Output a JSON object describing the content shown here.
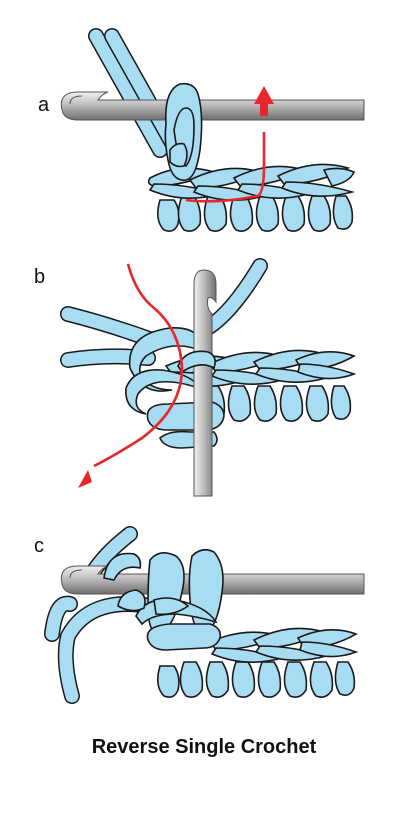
{
  "steps": [
    {
      "label": "a"
    },
    {
      "label": "b"
    },
    {
      "label": "c"
    }
  ],
  "caption": "Reverse Single Crochet",
  "colors": {
    "yarn": "#a8dcf2",
    "outline": "#1a1a1a",
    "arrow": "#e8262b",
    "hook_light": "#dcdcdc",
    "hook_dark": "#7d7d7d"
  },
  "icons": [
    "crochet-hook-icon",
    "yarn-strand-icon",
    "direction-arrow-icon"
  ]
}
